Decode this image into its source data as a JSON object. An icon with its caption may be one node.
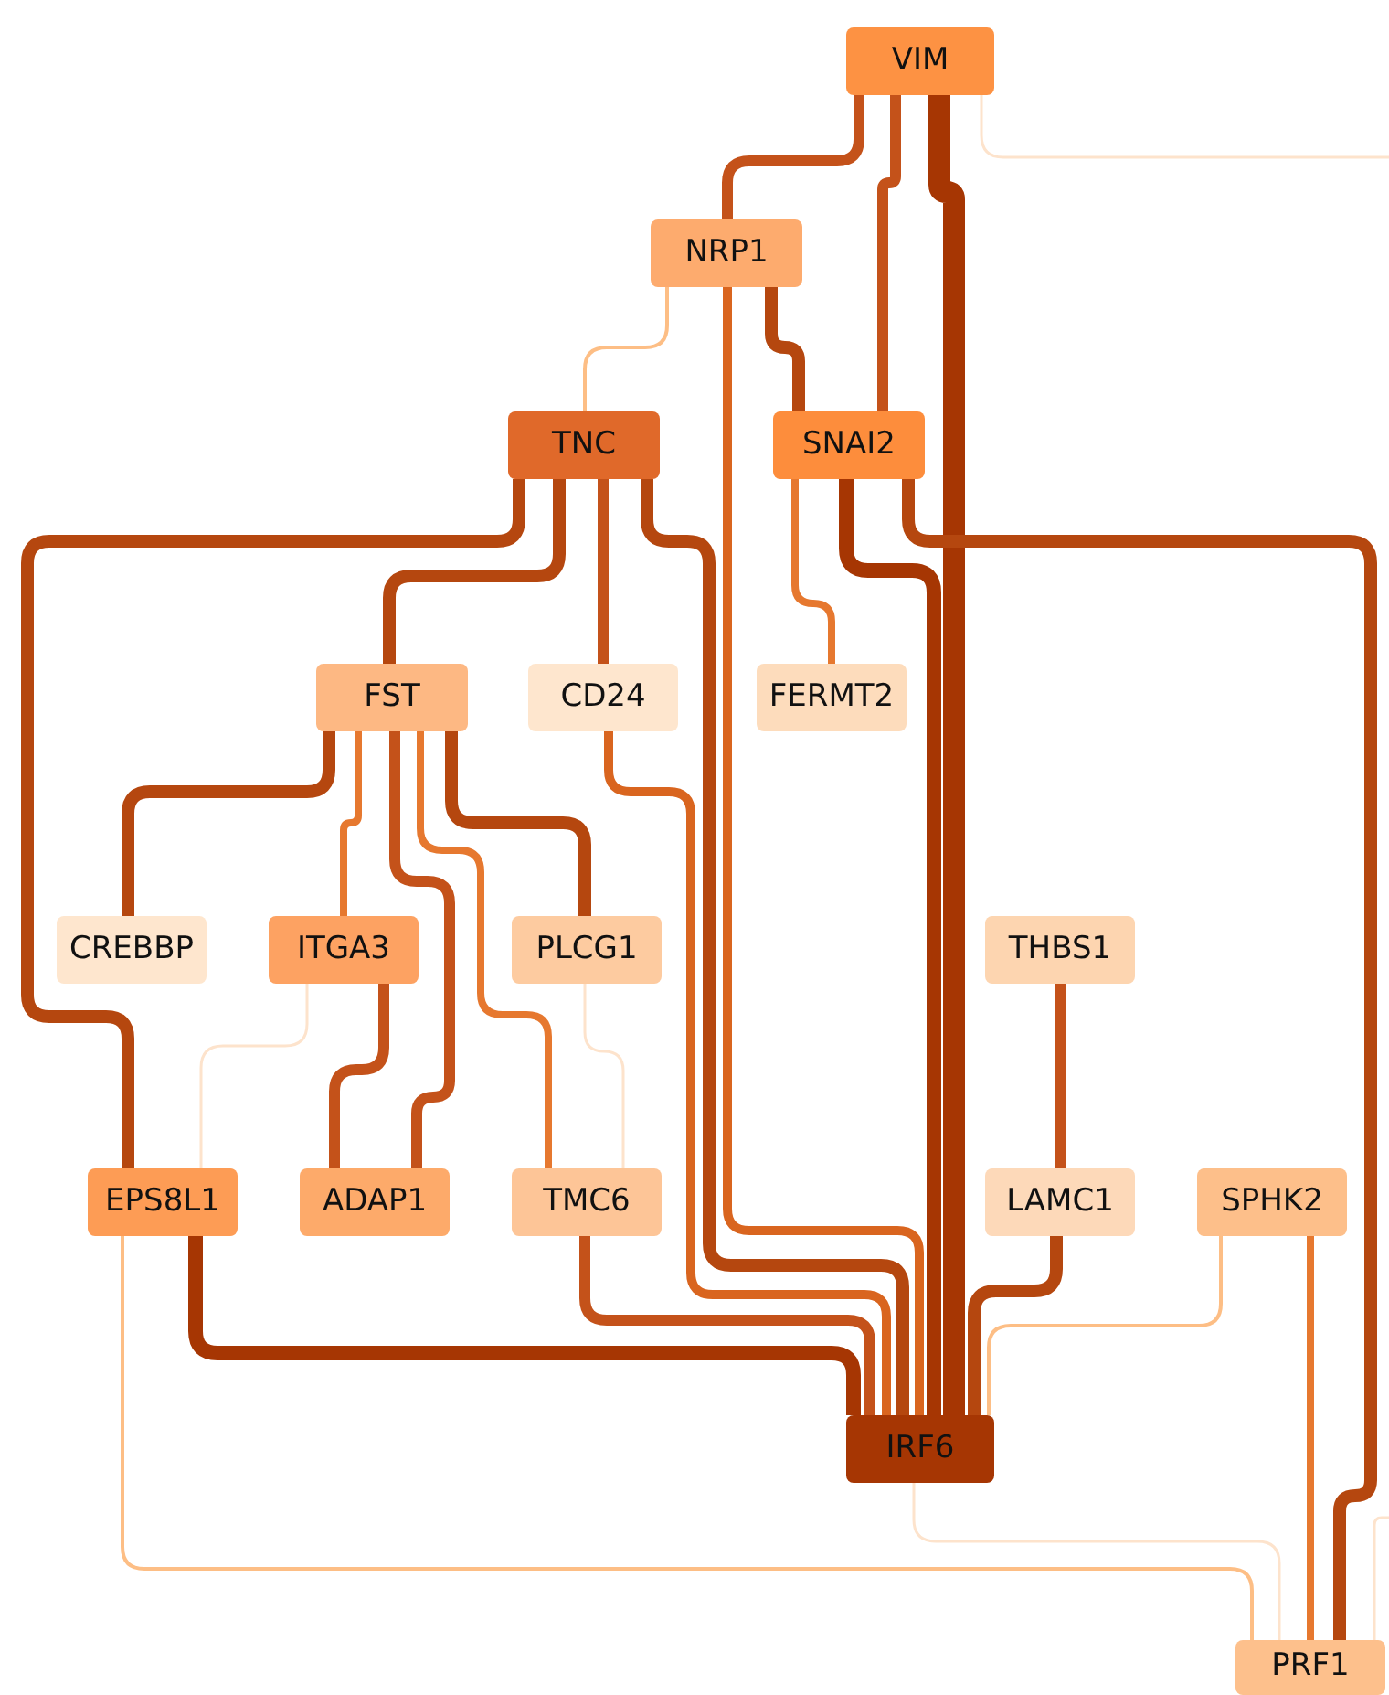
{
  "diagram": {
    "nodes": [
      {
        "text": [
          "VIM"
        ]
      },
      {
        "text": [
          "NRP1"
        ]
      },
      {
        "text": [
          "TNC"
        ]
      },
      {
        "text": [
          "SNAI2"
        ]
      },
      {
        "text": [
          "FST"
        ]
      },
      {
        "text": [
          "CD24"
        ]
      },
      {
        "text": [
          "FERMT2"
        ]
      },
      {
        "text": [
          "CREBBP"
        ]
      },
      {
        "text": [
          "ITGA3"
        ]
      },
      {
        "text": [
          "PLCG1"
        ]
      },
      {
        "text": [
          "THBS1"
        ]
      },
      {
        "text": [
          "EPS8L1"
        ]
      },
      {
        "text": [
          "ADAP1"
        ]
      },
      {
        "text": [
          "TMC6"
        ]
      },
      {
        "text": [
          "LAMC1"
        ]
      },
      {
        "text": [
          "SPHK2"
        ]
      },
      {
        "text": [
          "IRF6"
        ]
      },
      {
        "text": [
          "PRF1"
        ]
      }
    ],
    "edges": [
      {
        "from": 0,
        "to": 1,
        "arrow": "none",
        "color": "#c4521a"
      },
      {
        "from": 0,
        "to": 3,
        "arrow": "none",
        "color": "#c4521a"
      },
      {
        "from": 0,
        "to": 16,
        "arrow": "none",
        "style": "thick",
        "color": "#a63603"
      },
      {
        "from": 0,
        "to": null,
        "arrow": "none",
        "color": "#fde3cc"
      },
      {
        "from": 1,
        "to": 2,
        "arrow": "none",
        "color": "#fdbe85"
      },
      {
        "from": 1,
        "to": 16,
        "arrow": "none",
        "color": "#d9651f"
      },
      {
        "from": 1,
        "to": 3,
        "arrow": "none"
      },
      {
        "from": 2,
        "to": 11,
        "arrow": "none"
      },
      {
        "from": 2,
        "to": 4,
        "arrow": "none"
      },
      {
        "from": 2,
        "to": 5,
        "arrow": "none",
        "color": "#c4521a"
      },
      {
        "from": 2,
        "to": 16,
        "arrow": "none"
      },
      {
        "from": 3,
        "to": 6,
        "arrow": "none",
        "color": "#e6782f"
      },
      {
        "from": 3,
        "to": 16,
        "arrow": "none",
        "color": "#a63603"
      },
      {
        "from": 3,
        "to": 17,
        "arrow": "none"
      },
      {
        "from": 4,
        "to": 7,
        "arrow": "none"
      },
      {
        "from": 4,
        "to": 8,
        "arrow": "none",
        "color": "#e6782f"
      },
      {
        "from": 4,
        "to": 12,
        "arrow": "none",
        "color": "#c4521a"
      },
      {
        "from": 4,
        "to": 13,
        "arrow": "none",
        "color": "#e6782f"
      },
      {
        "from": 4,
        "to": 9,
        "arrow": "none"
      },
      {
        "from": 5,
        "to": 16,
        "arrow": "none",
        "color": "#d9651f"
      },
      {
        "from": 8,
        "to": 11,
        "arrow": "none",
        "color": "#fde3cc"
      },
      {
        "from": 8,
        "to": 12,
        "arrow": "none",
        "color": "#c4521a"
      },
      {
        "from": 9,
        "to": 13,
        "arrow": "none",
        "color": "#fde3cc"
      },
      {
        "from": 10,
        "to": 14,
        "arrow": "none",
        "color": "#c4521a"
      },
      {
        "from": 11,
        "to": 16,
        "arrow": "none",
        "color": "#a63603"
      },
      {
        "from": 11,
        "to": 17,
        "arrow": "none",
        "color": "#fdbe85"
      },
      {
        "from": 13,
        "to": 16,
        "arrow": "none",
        "color": "#c4521a"
      },
      {
        "from": 14,
        "to": 16,
        "arrow": "none"
      },
      {
        "from": 15,
        "to": 16,
        "arrow": "none",
        "color": "#fdbe85"
      },
      {
        "from": 15,
        "to": 17,
        "arrow": "none",
        "color": "#e6782f"
      },
      {
        "from": 16,
        "to": 17,
        "arrow": "none",
        "color": "#fde3cc"
      },
      {
        "from": null,
        "to": 17,
        "arrow": "none",
        "color": "#fde3cc"
      }
    ]
  }
}
